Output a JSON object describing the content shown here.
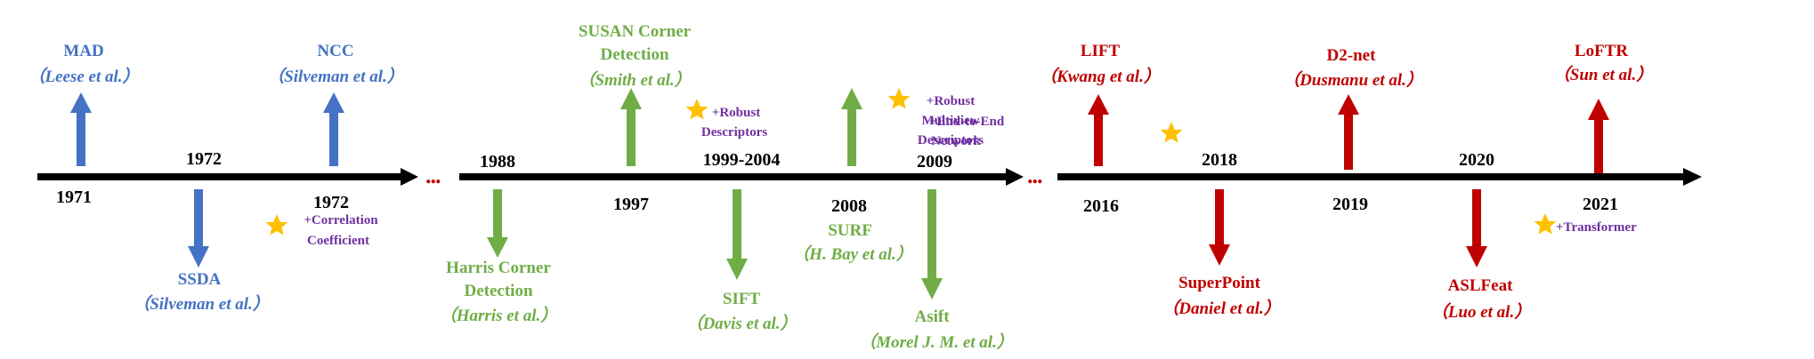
{
  "colors": {
    "blue": "#4472c4",
    "green": "#70ad47",
    "red": "#c00000",
    "purple": "#7030a0",
    "star": "#ffc000",
    "axis": "#000000"
  },
  "ellipsis": "...",
  "methods": [
    {
      "id": "mad",
      "name": "MAD",
      "ref": "（Leese et al.）",
      "year": "1971",
      "color": "blue"
    },
    {
      "id": "ssda",
      "name": "SSDA",
      "ref": "（Silveman et al.）",
      "year": "1972",
      "color": "blue"
    },
    {
      "id": "ncc",
      "name": "NCC",
      "ref": "（Silveman et al.）",
      "year": "1972",
      "color": "blue"
    },
    {
      "id": "harris",
      "name_line1": "Harris Corner",
      "name_line2": "Detection",
      "ref": "（Harris et al.）",
      "year": "1988",
      "color": "green"
    },
    {
      "id": "susan",
      "name_line1": "SUSAN Corner",
      "name_line2": "Detection",
      "ref": "（Smith et al.）",
      "year": "1997",
      "color": "green"
    },
    {
      "id": "sift",
      "name": "SIFT",
      "ref": "（Davis et al.）",
      "year": "1999-2004",
      "color": "green"
    },
    {
      "id": "surf",
      "name": "SURF",
      "ref": "（H. Bay et al.）",
      "year": "2008",
      "color": "green"
    },
    {
      "id": "asift",
      "name": "Asift",
      "ref": "（Morel J. M. et al.）",
      "year": "2009",
      "color": "green"
    },
    {
      "id": "lift",
      "name": "LIFT",
      "ref": "（Kwang et al.）",
      "year": "2016",
      "color": "red"
    },
    {
      "id": "superpoint",
      "name": "SuperPoint",
      "ref": "（Daniel et al.）",
      "year": "2018",
      "color": "red"
    },
    {
      "id": "d2net",
      "name": "D2-net",
      "ref": "（Dusmanu et al.）",
      "year": "2019",
      "color": "red"
    },
    {
      "id": "aslfeat",
      "name": "ASLFeat",
      "ref": "（Luo et al.）",
      "year": "2020",
      "color": "red"
    },
    {
      "id": "loftr",
      "name": "LoFTR",
      "ref": "（Sun et al.）",
      "year": "2021",
      "color": "red"
    }
  ],
  "notes": [
    {
      "id": "correlation",
      "lines": [
        "+Correlation",
        "Coefficient"
      ]
    },
    {
      "id": "robust-desc",
      "lines": [
        "+Robust",
        "Descriptors"
      ]
    },
    {
      "id": "robust-multiview",
      "lines": [
        "+Robust",
        "Multiview",
        "Descriptors"
      ]
    },
    {
      "id": "end-to-end",
      "lines": [
        "+End-to-End",
        "Network"
      ]
    },
    {
      "id": "transformer",
      "lines": [
        "+Transformer"
      ]
    }
  ]
}
